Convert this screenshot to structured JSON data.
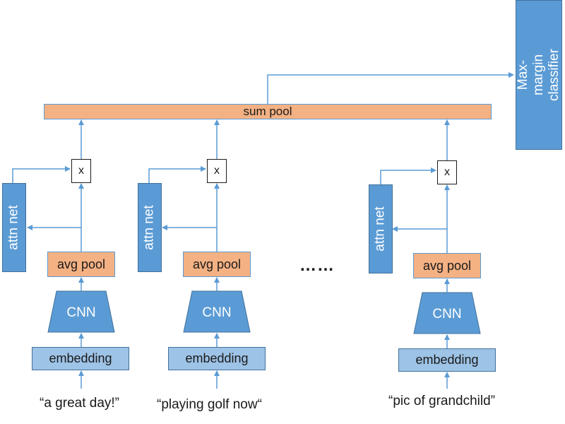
{
  "diagram": {
    "sum_pool_label": "sum pool",
    "classifier_label": "Max-margin classifier",
    "ellipsis": "……",
    "colors": {
      "orange_fill": "#f4b183",
      "blue_fill": "#5b9bd5",
      "light_blue_fill": "#9dc3e6",
      "arrow": "#5b9bd5"
    },
    "branches": [
      {
        "input": "“a great day!”",
        "embedding": "embedding",
        "cnn": "CNN",
        "avg_pool": "avg pool",
        "attn_net": "attn net",
        "mult": "x"
      },
      {
        "input": "“playing golf now“",
        "embedding": "embedding",
        "cnn": "CNN",
        "avg_pool": "avg pool",
        "attn_net": "attn net",
        "mult": "x"
      },
      {
        "input": "“pic of grandchild”",
        "embedding": "embedding",
        "cnn": "CNN",
        "avg_pool": "avg pool",
        "attn_net": "attn net",
        "mult": "x"
      }
    ]
  }
}
